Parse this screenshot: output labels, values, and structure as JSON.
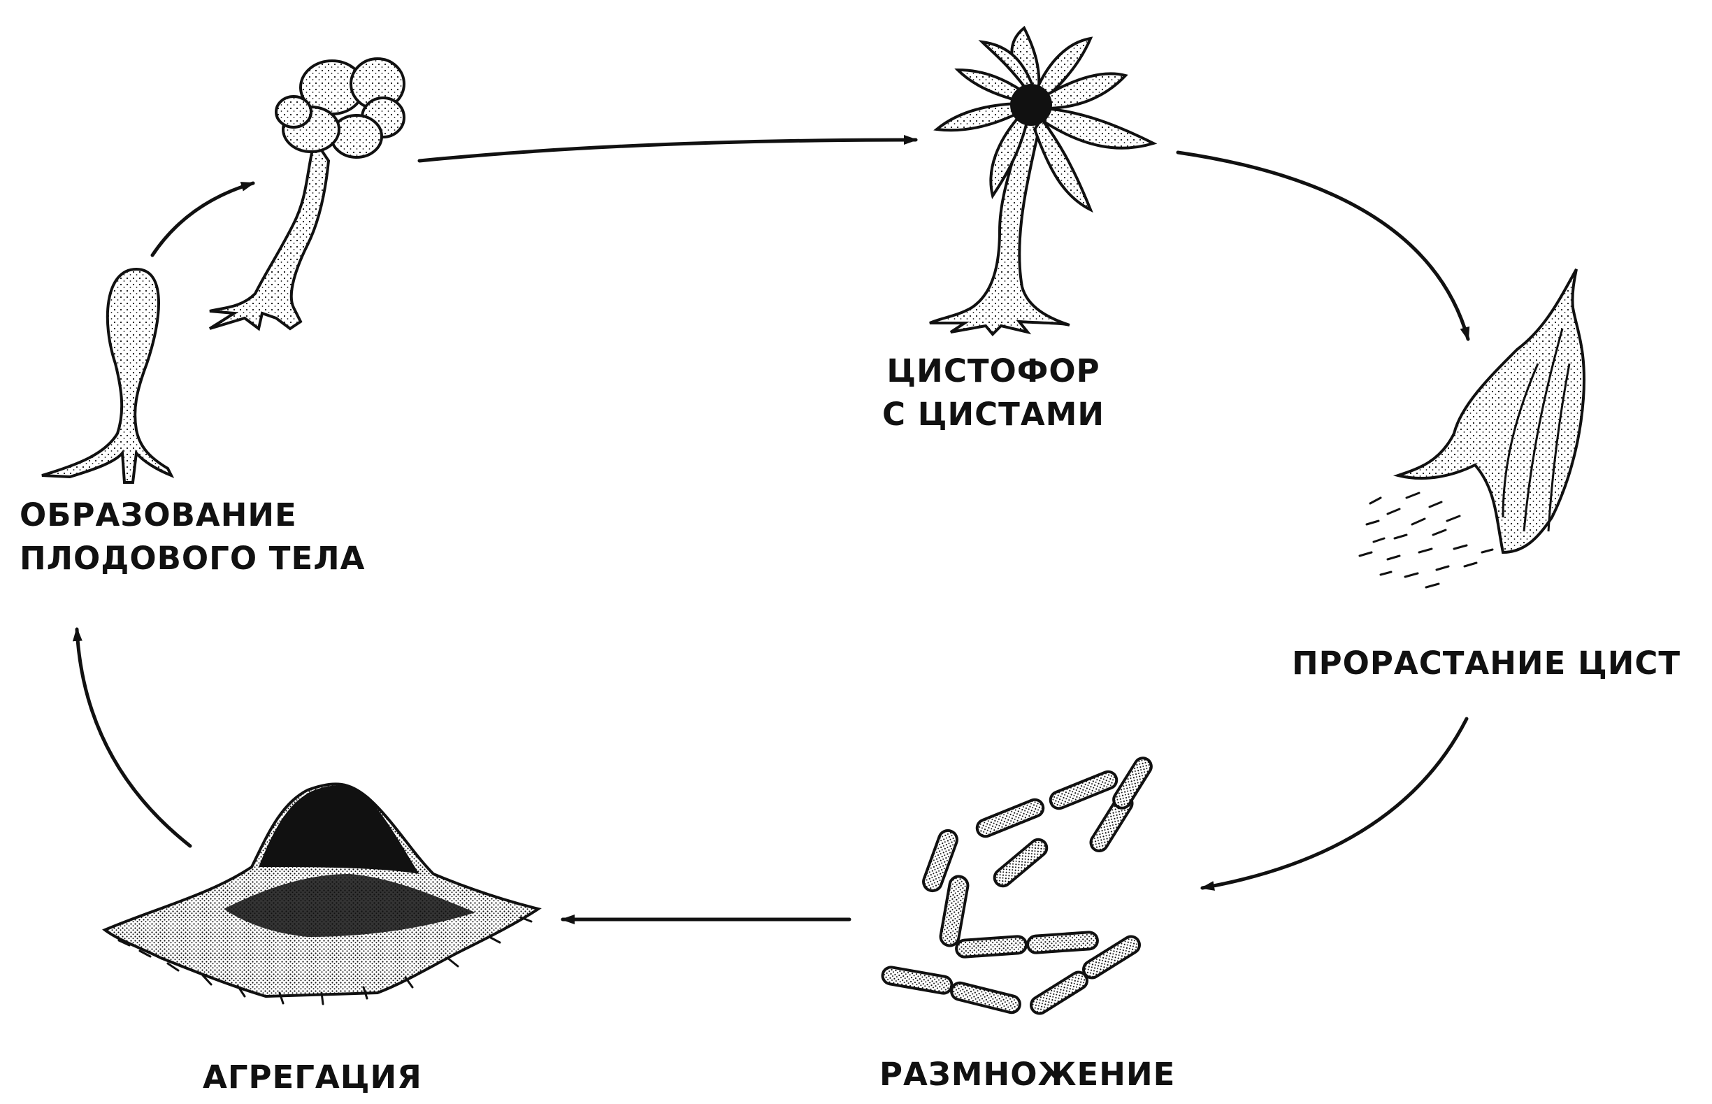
{
  "colors": {
    "ink": "#111111",
    "background": "#ffffff"
  },
  "stages": {
    "fruiting_body": {
      "label_line1": "ОБРАЗОВАНИЕ",
      "label_line2": "ПЛОДОВОГО ТЕЛА"
    },
    "cystophore": {
      "label_line1": "ЦИСТОФОР",
      "label_line2": "С ЦИСТАМИ"
    },
    "germination": {
      "label": "ПРОРАСТАНИЕ ЦИСТ"
    },
    "reproduction": {
      "label": "РАЗМНОЖЕНИЕ"
    },
    "aggregation": {
      "label": "АГРЕГАЦИЯ"
    }
  }
}
